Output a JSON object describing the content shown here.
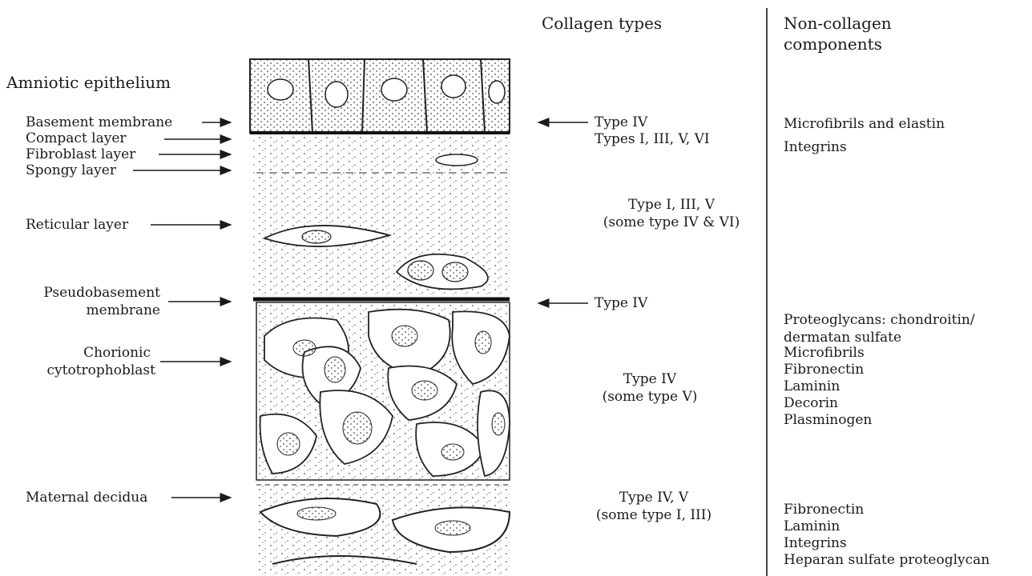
{
  "headers": {
    "collagen": "Collagen types",
    "noncollagen_line1": "Non-collagen",
    "noncollagen_line2": "components"
  },
  "layers": {
    "amniotic_epithelium": "Amniotic epithelium",
    "basement_membrane": "Basement membrane",
    "compact_layer": "Compact layer",
    "fibroblast_layer": "Fibroblast layer",
    "spongy_layer": "Spongy layer",
    "reticular_layer": "Reticular layer",
    "pseudobasement_line1": "Pseudobasement",
    "pseudobasement_line2": "membrane",
    "chorionic_line1": "Chorionic",
    "chorionic_line2": "cytotrophoblast",
    "maternal_decidua": "Maternal decidua"
  },
  "collagen": {
    "g1_line1": "Type IV",
    "g1_line2": "Types I, III, V, VI",
    "g2_line1": "Type I, III, V",
    "g2_line2": "(some type IV & VI)",
    "g3_line1": "Type IV",
    "g4_line1": "Type IV",
    "g4_line2": "(some type V)",
    "g5_line1": "Type IV, V",
    "g5_line2": "(some type I, III)"
  },
  "noncollagen": {
    "n1_line1": "Microfibrils and elastin",
    "n1_line2": "Integrins",
    "n2_line1": "Proteoglycans: chondroitin/",
    "n2_line2": "dermatan sulfate",
    "n3": [
      "Microfibrils",
      "Fibronectin",
      "Laminin",
      "Decorin",
      "Plasminogen"
    ],
    "n4": [
      "Fibronectin",
      "Laminin",
      "Integrins",
      "Heparan sulfate proteoglycan"
    ]
  }
}
